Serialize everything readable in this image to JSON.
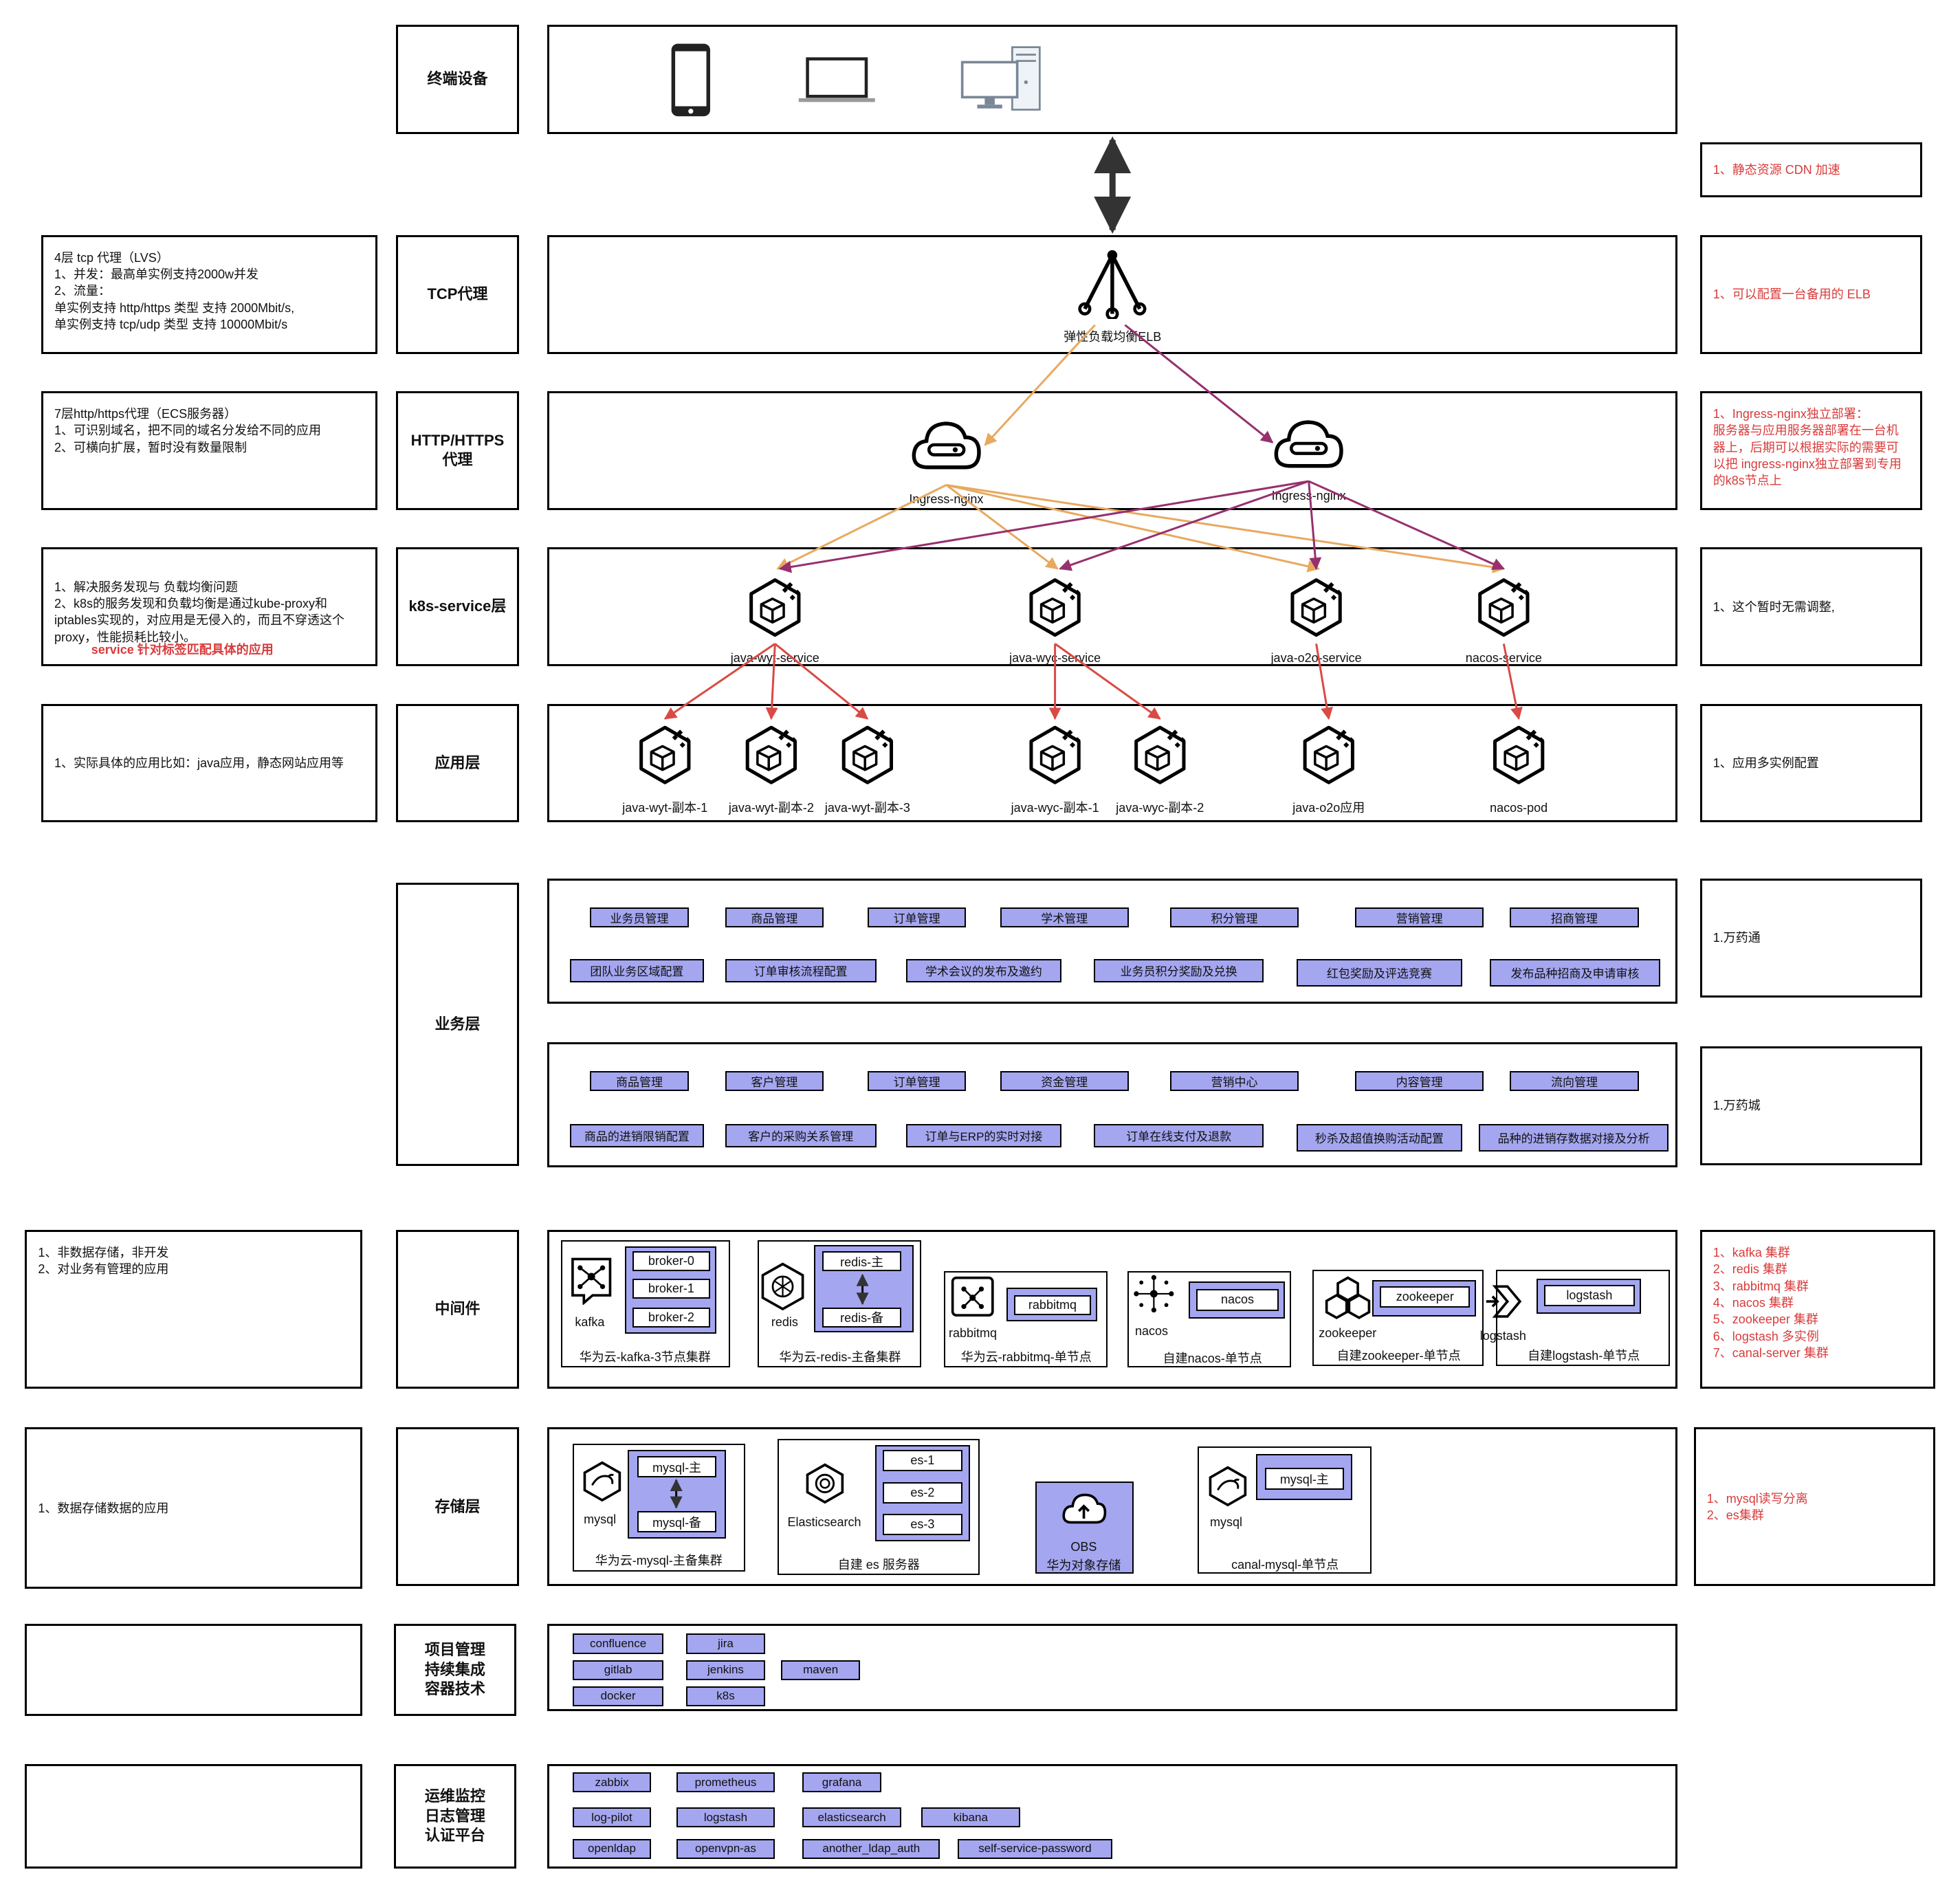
{
  "colors": {
    "chip_fill": "#a4a6f0",
    "note_red": "#d93b3b",
    "arrow_orange": "#e8a95e",
    "arrow_purple": "#96306e",
    "arrow_red": "#d94a45",
    "arrow_black": "#333333"
  },
  "layers": {
    "terminal": "终端设备",
    "tcp": "TCP代理",
    "http": "HTTP/HTTPS\n代理",
    "k8s": "k8s-service层",
    "app": "应用层",
    "business": "业务层",
    "middleware": "中间件",
    "storage": "存储层",
    "devops": "项目管理\n持续集成\n容器技术",
    "ops": "运维监控\n日志管理\n认证平台"
  },
  "left_notes": {
    "tcp": "4层 tcp 代理（LVS）\n1、并发：最高单实例支持2000w并发\n2、流量：\n    单实例支持 http/https 类型 支持 2000Mbit/s,\n    单实例支持 tcp/udp 类型 支持 10000Mbit/s",
    "http": "7层http/https代理（ECS服务器）\n1、可识别域名，把不同的域名分发给不同的应用\n2、可横向扩展，暂时没有数量限制",
    "k8s": "1、解决服务发现与 负载均衡问题\n2、k8s的服务发现和负载均衡是通过kube-proxy和iptables实现的，对应用是无侵入的，而且不穿透这个proxy，性能损耗比较小。",
    "k8s_red": "service 针对标签匹配具体的应用",
    "app": "1、实际具体的应用比如：java应用，静态网站应用等",
    "middleware": "1、非数据存储，非开发\n2、对业务有管理的应用",
    "storage": "1、数据存储数据的应用",
    "devops": "",
    "ops": ""
  },
  "right_notes": {
    "cdn": "1、静态资源 CDN 加速",
    "elb": "1、可以配置一台备用的 ELB",
    "http": "1、Ingress-nginx独立部署：\n服务器与应用服务器部署在一台机器上，后期可以根据实际的需要可以把 ingress-nginx独立部署到专用的k8s节点上",
    "k8s": "1、这个暂时无需调整,",
    "app": "1、应用多实例配置",
    "biz1": "1.万药通",
    "biz2": "1.万药城",
    "middleware": "1、kafka 集群\n2、redis 集群\n3、rabbitmq 集群\n4、nacos 集群\n5、zookeeper 集群\n6、logstash 多实例\n7、canal-server 集群",
    "storage": "1、mysql读写分离\n2、es集群"
  },
  "elb_label": "弹性负载均衡ELB",
  "ingress": [
    "Ingress-nginx",
    "Ingress-nginx"
  ],
  "services": [
    "java-wyt-service",
    "java-wyc-service",
    "java-o2o-service",
    "nacos-service"
  ],
  "pods": [
    "java-wyt-副本-1",
    "java-wyt-副本-2",
    "java-wyt-副本-3",
    "java-wyc-副本-1",
    "java-wyc-副本-2",
    "java-o2o应用",
    "nacos-pod"
  ],
  "business": {
    "group1": {
      "row1": [
        "业务员管理",
        "商品管理",
        "订单管理",
        "学术管理",
        "积分管理",
        "营销管理",
        "招商管理"
      ],
      "row2": [
        "团队业务区域配置",
        "订单审核流程配置",
        "学术会议的发布及邀约",
        "业务员积分奖励及兑换",
        "红包奖励及评选竞赛",
        "发布品种招商及申请审核"
      ]
    },
    "group2": {
      "row1": [
        "商品管理",
        "客户管理",
        "订单管理",
        "资金管理",
        "营销中心",
        "内容管理",
        "流向管理"
      ],
      "row2": [
        "商品的进销限销配置",
        "客户的采购关系管理",
        "订单与ERP的实时对接",
        "订单在线支付及退款",
        "秒杀及超值换购活动配置",
        "品种的进销存数据对接及分析"
      ]
    }
  },
  "middleware": {
    "kafka": {
      "name": "kafka",
      "nodes": [
        "broker-0",
        "broker-1",
        "broker-2"
      ],
      "caption": "华为云-kafka-3节点集群"
    },
    "redis": {
      "name": "redis",
      "nodes": [
        "redis-主",
        "redis-备"
      ],
      "caption": "华为云-redis-主备集群"
    },
    "rabbitmq": {
      "name": "rabbitmq",
      "nodes": [
        "rabbitmq"
      ],
      "caption": "华为云-rabbitmq-单节点"
    },
    "nacos": {
      "name": "nacos",
      "nodes": [
        "nacos"
      ],
      "caption": "自建nacos-单节点"
    },
    "zookeeper": {
      "name": "zookeeper",
      "nodes": [
        "zookeeper"
      ],
      "caption": "自建zookeeper-单节点"
    },
    "logstash": {
      "name": "logstash",
      "nodes": [
        "logstash"
      ],
      "caption": "自建logstash-单节点"
    }
  },
  "storage": {
    "mysql": {
      "name": "mysql",
      "nodes": [
        "mysql-主",
        "mysql-备"
      ],
      "caption": "华为云-mysql-主备集群"
    },
    "es": {
      "name": "Elasticsearch",
      "nodes": [
        "es-1",
        "es-2",
        "es-3"
      ],
      "caption": "自建 es 服务器"
    },
    "obs": {
      "name": "OBS",
      "caption": "华为对象存储"
    },
    "canal": {
      "name": "mysql",
      "nodes": [
        "mysql-主"
      ],
      "caption": "canal-mysql-单节点"
    }
  },
  "devops_tools": [
    "confluence",
    "jira",
    "gitlab",
    "jenkins",
    "maven",
    "docker",
    "k8s"
  ],
  "ops_tools": [
    "zabbix",
    "prometheus",
    "grafana",
    "log-pilot",
    "logstash",
    "elasticsearch",
    "kibana",
    "openldap",
    "openvpn-as",
    "another_ldap_auth",
    "self-service-password"
  ]
}
